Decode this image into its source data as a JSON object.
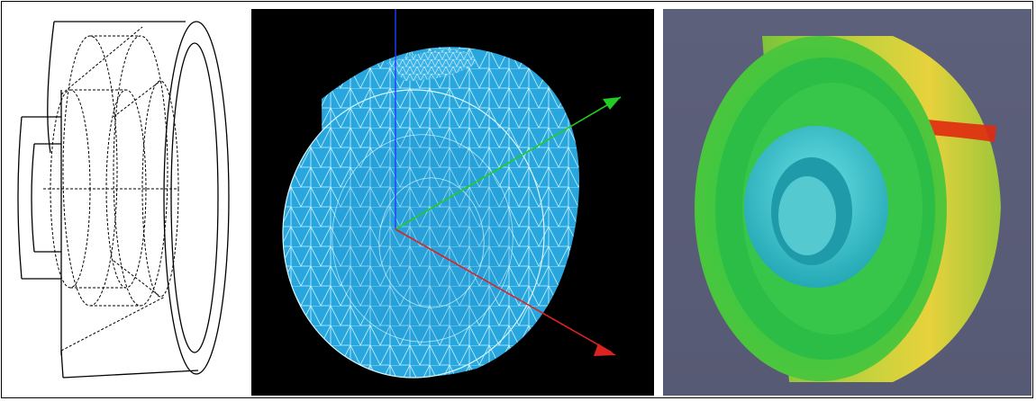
{
  "figure": {
    "panels": [
      {
        "id": "cad-wireframe",
        "content": "wireframe-drawing",
        "background": "#ffffff",
        "line_color": "#000000"
      },
      {
        "id": "tetrahedral-mesh",
        "content": "mesh",
        "background": "#000000",
        "mesh_fill": "#29a7e0",
        "edge_color": "#bff3ff",
        "axes_colors": [
          "#1f3cff",
          "#22cc22",
          "#dd2222"
        ]
      },
      {
        "id": "simulation-result",
        "content": "contour-plot",
        "background": "#5a5d78",
        "colors": [
          "#18c040",
          "#8cd038",
          "#e6d23c",
          "#e02a10",
          "#2ec9d2"
        ]
      }
    ]
  }
}
